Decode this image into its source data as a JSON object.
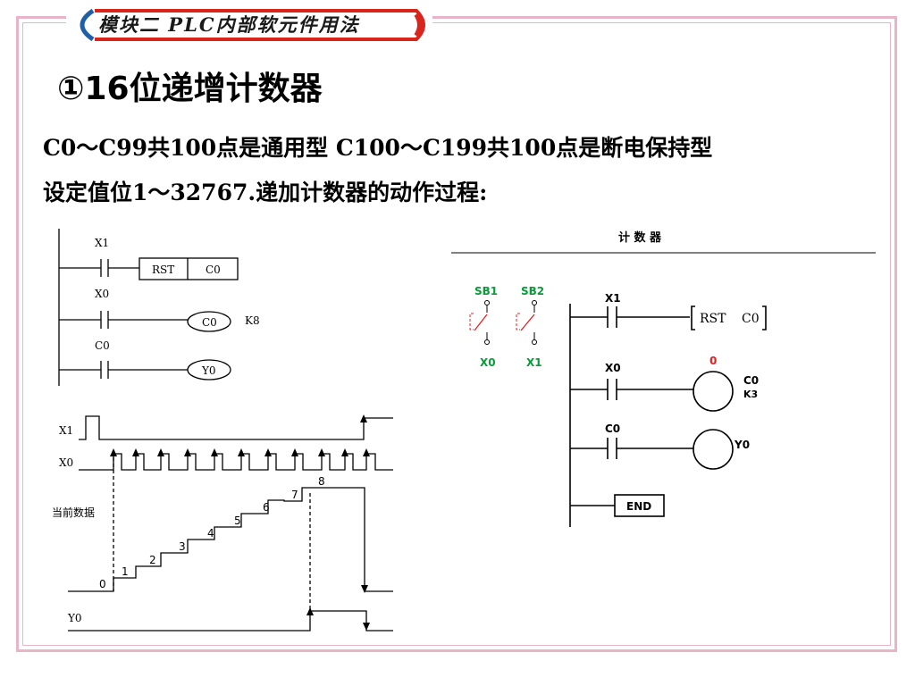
{
  "banner": {
    "title": "模块二 PLC内部软元件用法"
  },
  "heading": "①16位递增计数器",
  "paragraph": {
    "line1": "C0～C99共100点是通用型   C100～C199共100点是断电保持型",
    "line2": "设定值位1～32767.递加计数器的动作过程:"
  },
  "left_ladder": {
    "contacts": [
      "X1",
      "X0",
      "C0"
    ],
    "rst_label": "RST",
    "rst_target": "C0",
    "coil1": "C0",
    "coil1_setting": "K8",
    "coil2": "Y0"
  },
  "timing": {
    "signals": [
      "X1",
      "X0",
      "当前数据",
      "Y0"
    ],
    "count_values": [
      "0",
      "1",
      "2",
      "3",
      "4",
      "5",
      "6",
      "7",
      "8"
    ]
  },
  "right_diagram": {
    "title": "计 数 器",
    "switches": [
      {
        "name": "SB1",
        "input": "X0"
      },
      {
        "name": "SB2",
        "input": "X1"
      }
    ],
    "rung1_contact": "X1",
    "rst_label": "RST",
    "rst_target": "C0",
    "rung2_contact": "X0",
    "count_display": "0",
    "coil_c0": "C0",
    "coil_c0_setting": "K3",
    "rung3_contact": "C0",
    "coil_y0": "Y0",
    "end_label": "END"
  },
  "colors": {
    "frame": "#e7b4c8",
    "banner_red": "#d9261c",
    "banner_blue": "#1f5fa8",
    "switch_green": "#0a9a3a",
    "switch_red": "#e02020",
    "count_red": "#e02020"
  }
}
